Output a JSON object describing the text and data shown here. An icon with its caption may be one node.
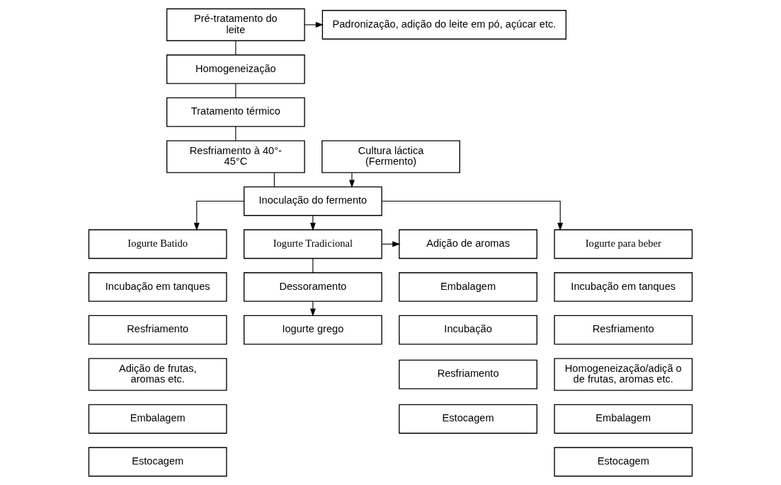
{
  "diagram": {
    "nodes": [
      {
        "text": [
          "Pré-tratamento do leite"
        ]
      },
      {
        "text": [
          "Padronização, adição do leite em pó, açúcar etc."
        ]
      },
      {
        "text": [
          "Homogeneização"
        ]
      },
      {
        "text": [
          "Tratamento térmico"
        ]
      },
      {
        "text": [
          "Resfriamento à 40°- 45°C"
        ]
      },
      {
        "text": [
          "Cultura láctica (Fermento)"
        ]
      },
      {
        "text": [
          "Inoculação do fermento"
        ]
      },
      {
        "text": [
          "Iogurte Batido"
        ]
      },
      {
        "text": [
          "Iogurte Tradicional"
        ]
      },
      {
        "text": [
          "Adição de aromas"
        ]
      },
      {
        "text": [
          "Iogurte para beber"
        ]
      },
      {
        "text": [
          "Incubação em tanques"
        ]
      },
      {
        "text": [
          "Resfriamento"
        ]
      },
      {
        "text": [
          "Adição de frutas, aromas etc."
        ]
      },
      {
        "text": [
          "Embalagem"
        ]
      },
      {
        "text": [
          "Estocagem"
        ]
      },
      {
        "text": [
          "Dessoramento"
        ]
      },
      {
        "text": [
          "Iogurte grego"
        ]
      },
      {
        "text": [
          "Embalagem"
        ]
      },
      {
        "text": [
          "Incubação"
        ]
      },
      {
        "text": [
          "Resfriamento"
        ]
      },
      {
        "text": [
          "Estocagem"
        ]
      },
      {
        "text": [
          "Incubação em tanques"
        ]
      },
      {
        "text": [
          "Resfriamento"
        ]
      },
      {
        "text": [
          "Homogeneização/adiçã o de frutas, aromas etc."
        ]
      },
      {
        "text": [
          "Embalagem"
        ]
      },
      {
        "text": [
          "Estocagem"
        ]
      }
    ],
    "edges": [
      {
        "from": 0,
        "to": 1,
        "arrow": "to"
      },
      {
        "from": 0,
        "to": 2,
        "arrow": "none"
      },
      {
        "from": 2,
        "to": 3,
        "arrow": "none"
      },
      {
        "from": 3,
        "to": 4,
        "arrow": "none"
      },
      {
        "from": 4,
        "to": 6,
        "arrow": "none"
      },
      {
        "from": 5,
        "to": 6,
        "arrow": "to"
      },
      {
        "from": 6,
        "to": 7,
        "arrow": "to"
      },
      {
        "from": 6,
        "to": 8,
        "arrow": "to"
      },
      {
        "from": 6,
        "to": 10,
        "arrow": "to"
      },
      {
        "from": 8,
        "to": 9,
        "arrow": "to"
      },
      {
        "from": 8,
        "to": 16,
        "arrow": "none"
      },
      {
        "from": 16,
        "to": 17,
        "arrow": "to"
      }
    ]
  }
}
